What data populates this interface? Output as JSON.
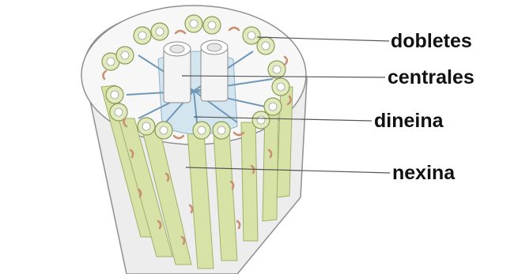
{
  "labels": {
    "dobletes": "dobletes",
    "centrales": "centrales",
    "dineina": "dineina",
    "nexina": "nexina"
  },
  "colors": {
    "membrane": "#ececec",
    "membrane_stroke": "#8a8a8a",
    "tubule_green": "#d7e3a6",
    "tubule_green_dark": "#b7c97e",
    "tubule_inner": "#ffffff",
    "central_sheath": "#cfe3ee",
    "dynein_arm": "#c98f73",
    "spoke": "#6f98b8",
    "leader_line": "#555555"
  }
}
